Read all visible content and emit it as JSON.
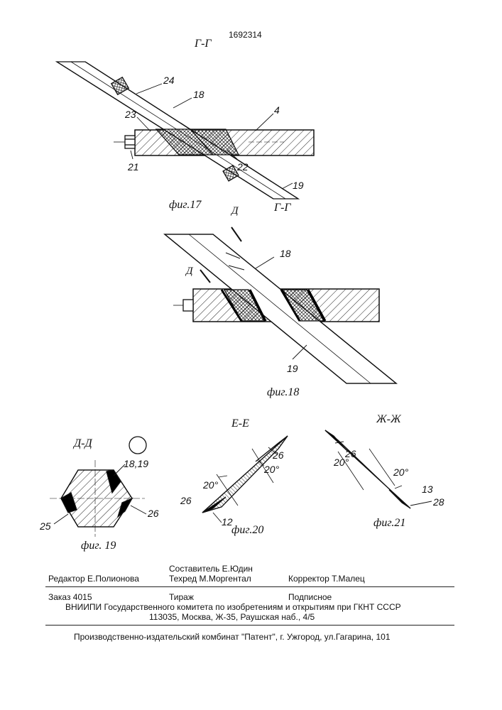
{
  "patent_number": "1692314",
  "sections": {
    "gg_top": "Г-Г",
    "gg_second": "Г-Г",
    "d_marker_top": "Д",
    "d_marker_left": "Д",
    "dd": "Д-Д",
    "ee": "Е-Е",
    "zhzh": "Ж-Ж"
  },
  "figures": {
    "fig17": "фиг.17",
    "fig18": "фиг.18",
    "fig19": "фиг. 19",
    "fig20": "фиг.20",
    "fig21": "фиг.21"
  },
  "labels": {
    "fig17": [
      "24",
      "18",
      "4",
      "23",
      "21",
      "22",
      "19"
    ],
    "fig18": [
      "18",
      "19"
    ],
    "fig19": [
      "18,19",
      "25",
      "26"
    ],
    "fig20": [
      "26",
      "20°",
      "20°",
      "26",
      "12"
    ],
    "fig21": [
      "26",
      "20°",
      "20°",
      "13",
      "28"
    ]
  },
  "footer": {
    "editor": "Редактор Е.Полионова",
    "compiler": "Составитель Е.Юдин",
    "techred": "Техред М.Моргентал",
    "corrector": "Корректор Т.Малец",
    "order": "Заказ 4015",
    "circulation": "Тираж",
    "subscription": "Подписное",
    "org": "ВНИИПИ Государственного комитета по изобретениям и открытиям при ГКНТ СССР",
    "address": "113035, Москва, Ж-35, Раушская наб., 4/5",
    "publisher": "Производственно-издательский комбинат \"Патент\", г. Ужгород, ул.Гагарина, 101"
  }
}
